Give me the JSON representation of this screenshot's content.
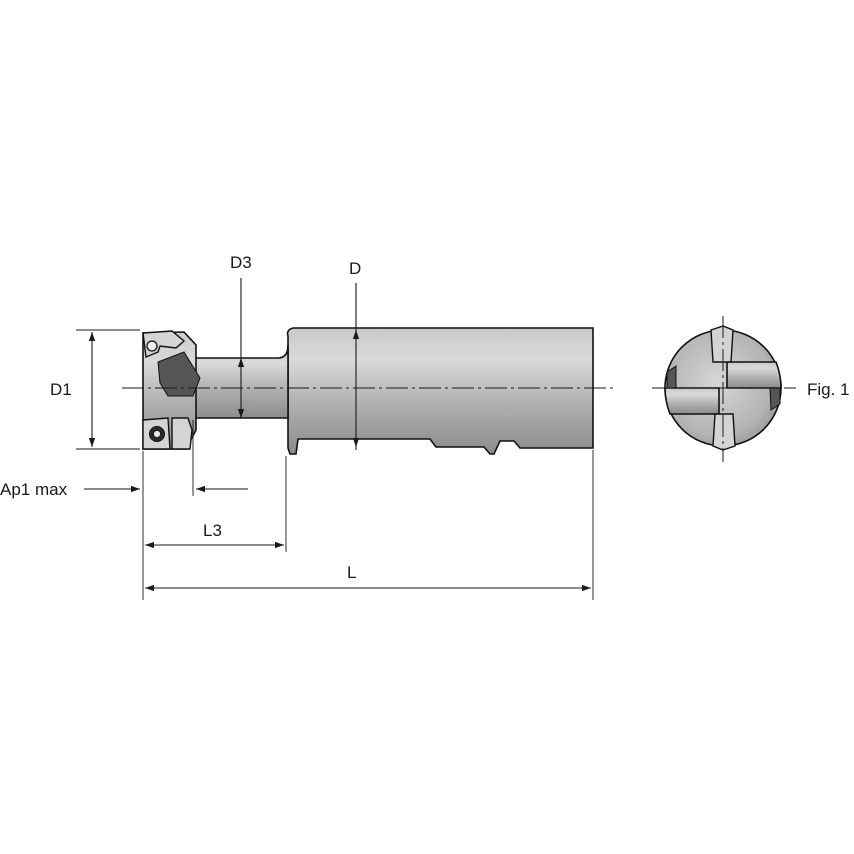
{
  "labels": {
    "d3": "D3",
    "d": "D",
    "d1": "D1",
    "ap1_max": "Ap1 max",
    "l3": "L3",
    "l": "L",
    "fig": "Fig. 1"
  },
  "colors": {
    "line": "#1a1a1a",
    "steel_light": "#d8d8d8",
    "steel_mid": "#a8a8a8",
    "steel_dark": "#7a7a7a",
    "background": "#ffffff"
  }
}
